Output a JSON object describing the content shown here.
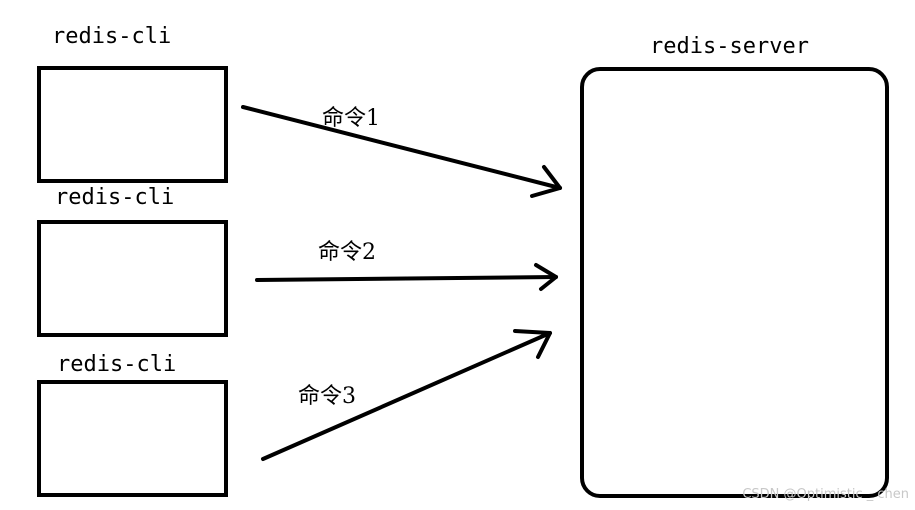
{
  "server": {
    "label": "redis-server"
  },
  "clients": [
    {
      "label": "redis-cli",
      "command": "命令1"
    },
    {
      "label": "redis-cli",
      "command": "命令2"
    },
    {
      "label": "redis-cli",
      "command": "命令3"
    }
  ],
  "watermark": "CSDN @Optimistic _ chen"
}
